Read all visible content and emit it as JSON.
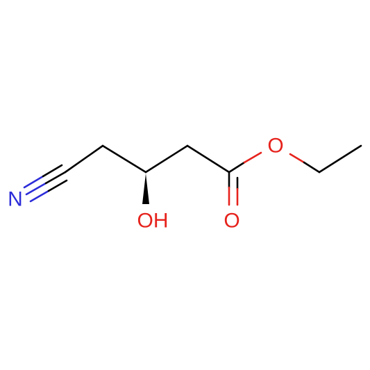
{
  "molecule": {
    "atoms": {
      "nitrogen": "N",
      "hydroxyl": "OH",
      "carbonyl_oxygen": "O",
      "ester_oxygen": "O"
    },
    "colors": {
      "carbon_bond": "#000000",
      "oxygen": "#e6221c",
      "nitrogen": "#2c2cd9",
      "background": "#ffffff"
    }
  }
}
